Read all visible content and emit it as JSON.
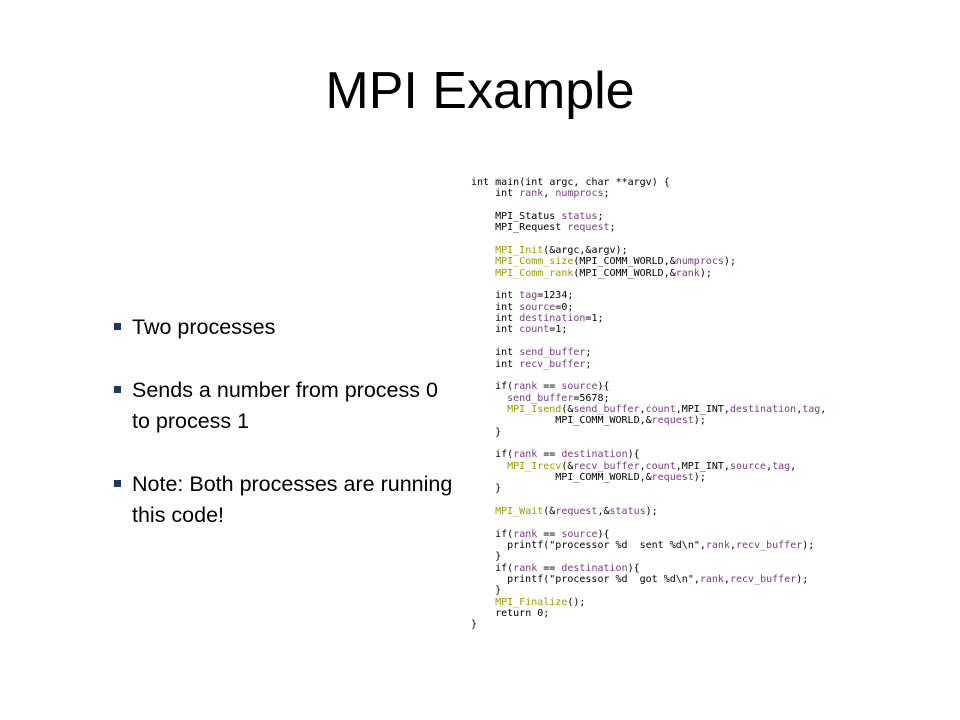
{
  "slide": {
    "title": "MPI Example",
    "bullets": [
      "Two processes",
      "Sends a number from process 0 to process 1",
      "Note: Both processes are running this code!"
    ]
  },
  "code": {
    "lines": [
      "int main(int argc, char **argv) {",
      "    int rank, numprocs;",
      "",
      "    MPI_Status status;",
      "    MPI_Request request;",
      "",
      "    MPI_Init(&argc,&argv);",
      "    MPI_Comm_size(MPI_COMM_WORLD,&numprocs);",
      "    MPI_Comm_rank(MPI_COMM_WORLD,&rank);",
      "",
      "    int tag=1234;",
      "    int source=0;",
      "    int destination=1;",
      "    int count=1;",
      "",
      "    int send_buffer;",
      "    int recv_buffer;",
      "",
      "    if(rank == source){",
      "      send_buffer=5678;",
      "      MPI_Isend(&send_buffer,count,MPI_INT,destination,tag,",
      "              MPI_COMM_WORLD,&request);",
      "    }",
      "",
      "    if(rank == destination){",
      "      MPI_Irecv(&recv_buffer,count,MPI_INT,source,tag,",
      "              MPI_COMM_WORLD,&request);",
      "    }",
      "",
      "    MPI_Wait(&request,&status);",
      "",
      "    if(rank == source){",
      "      printf(\"processor %d  sent %d\\n\",rank,recv_buffer);",
      "    }",
      "    if(rank == destination){",
      "      printf(\"processor %d  got %d\\n\",rank,recv_buffer);",
      "    }",
      "    MPI_Finalize();",
      "    return 0;",
      "}"
    ]
  },
  "colors": {
    "variable": "#7a3b80",
    "mpi_function": "#9b9b00",
    "bullet": "#1f3864"
  }
}
